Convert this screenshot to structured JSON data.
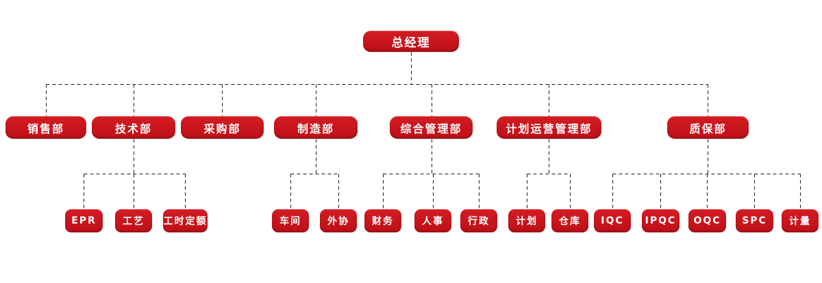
{
  "colors": {
    "node_fill_top": "#D41B22",
    "node_fill_bottom": "#BE1018",
    "node_text": "#FFFFFF",
    "connector": "#1A1A1A",
    "background": "#FFFFFF"
  },
  "org_chart": {
    "root": {
      "label": "总经理"
    },
    "departments": [
      {
        "label": "销售部",
        "children": []
      },
      {
        "label": "技术部",
        "children": [
          {
            "label": "EPR"
          },
          {
            "label": "工艺"
          },
          {
            "label": "工时定额"
          }
        ]
      },
      {
        "label": "采购部",
        "children": []
      },
      {
        "label": "制造部",
        "children": [
          {
            "label": "车间"
          },
          {
            "label": "外协"
          }
        ]
      },
      {
        "label": "综合管理部",
        "children": [
          {
            "label": "财务"
          },
          {
            "label": "人事"
          },
          {
            "label": "行政"
          }
        ]
      },
      {
        "label": "计划运营管理部",
        "children": [
          {
            "label": "计划"
          },
          {
            "label": "仓库"
          }
        ]
      },
      {
        "label": "质保部",
        "children": [
          {
            "label": "IQC"
          },
          {
            "label": "IPQC"
          },
          {
            "label": "OQC"
          },
          {
            "label": "SPC"
          },
          {
            "label": "计量"
          }
        ]
      }
    ]
  }
}
